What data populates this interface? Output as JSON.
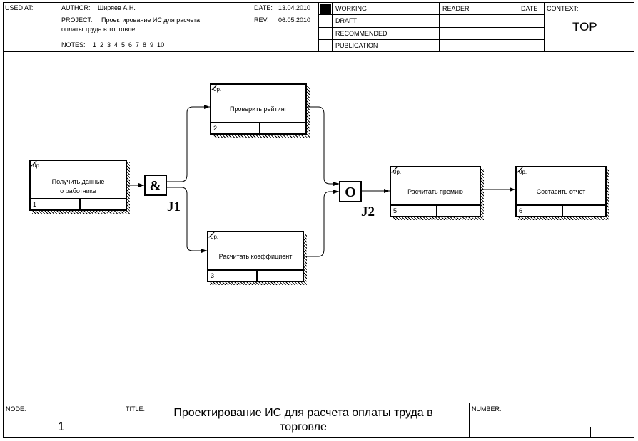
{
  "header": {
    "used_at_label": "USED AT:",
    "author_label": "AUTHOR:",
    "author": "Ширяев А.Н.",
    "date_label": "DATE:",
    "date": "13.04.2010",
    "project_label": "PROJECT:",
    "project_line1": "Проектирование ИС для расчета",
    "project_line2": "оплаты труда в торговле",
    "rev_label": "REV:",
    "rev": "06.05.2010",
    "notes_label": "NOTES:",
    "notes": "1  2  3  4  5  6  7  8  9  10",
    "status": [
      "WORKING",
      "DRAFT",
      "RECOMMENDED",
      "PUBLICATION"
    ],
    "reader_label": "READER",
    "reader_date_label": "DATE",
    "context_label": "CONTEXT:",
    "context_value": "TOP"
  },
  "boxes": [
    {
      "id": "1",
      "op": "0р.",
      "name_line1": "Получить данные",
      "name_line2": "о работнике"
    },
    {
      "id": "2",
      "op": "0р.",
      "name_line1": "Проверить рейтинг",
      "name_line2": ""
    },
    {
      "id": "3",
      "op": "0р.",
      "name_line1": "Расчитать коэффициент",
      "name_line2": ""
    },
    {
      "id": "5",
      "op": "0р.",
      "name_line1": "Расчитать премию",
      "name_line2": ""
    },
    {
      "id": "6",
      "op": "0р.",
      "name_line1": "Составить отчет",
      "name_line2": ""
    }
  ],
  "junctions": [
    {
      "symbol": "&",
      "label": "J1"
    },
    {
      "symbol": "O",
      "label": "J2"
    }
  ],
  "footer": {
    "node_label": "NODE:",
    "node_value": "1",
    "title_label": "TITLE:",
    "title_line1": "Проектирование ИС для расчета оплаты труда в",
    "title_line2": "торговле",
    "number_label": "NUMBER:"
  }
}
